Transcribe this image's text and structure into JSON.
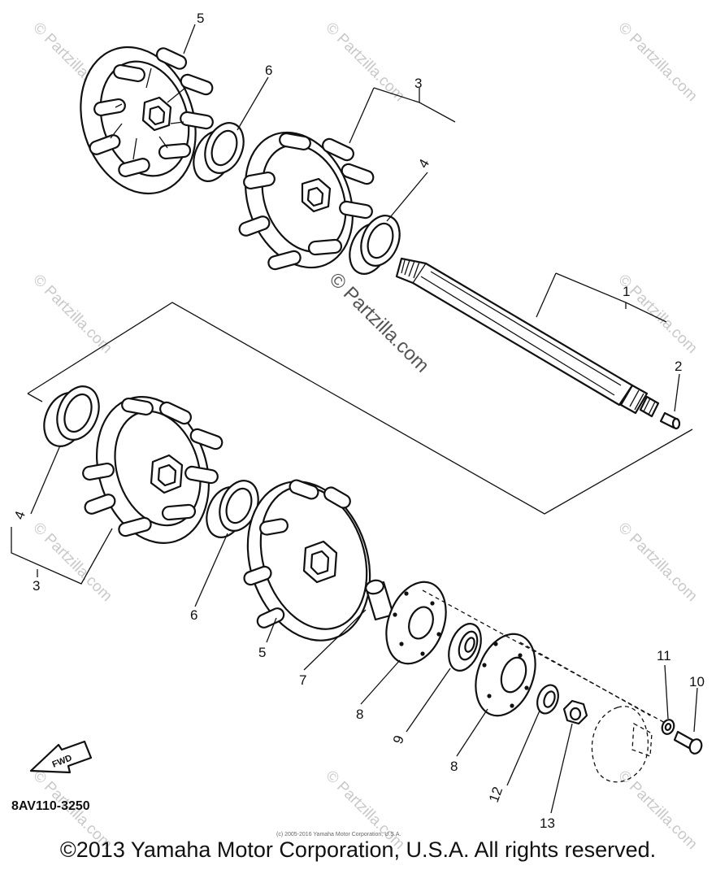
{
  "callouts": {
    "c1": "1",
    "c2": "2",
    "c3_top": "3",
    "c4_top": "4",
    "c5_top": "5",
    "c6_top": "6",
    "c4_left": "4",
    "c3_left": "3",
    "c6_mid": "6",
    "c5_mid": "5",
    "c7": "7",
    "c8_a": "8",
    "c9": "9",
    "c8_b": "8",
    "c10": "10",
    "c11": "11",
    "c12": "12",
    "c13": "13"
  },
  "arrow_label": "FWD",
  "part_code": "8AV110-3250",
  "watermark": "© Partzilla.com",
  "small_copyright": "(c) 2005-2016 Yamaha Motor Corporation, U.S.A.",
  "copyright": "©2013 Yamaha Motor Corporation, U.S.A. All rights reserved.",
  "icons": [
    "forward-arrow-icon"
  ]
}
